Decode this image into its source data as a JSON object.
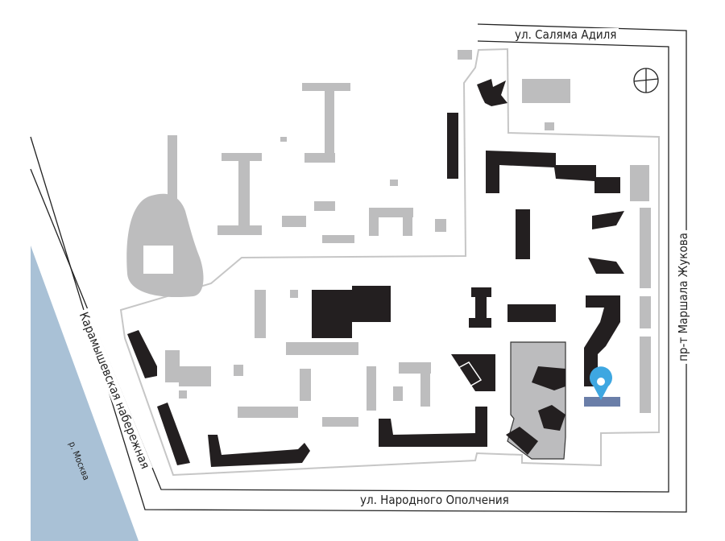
{
  "streets": {
    "top": "ул. Саляма Адиля",
    "right": "пр-т Маршала Жукова",
    "bottom": "ул. Народного Ополчения",
    "left": "Карамышевская набережная"
  },
  "river": "р. Москва",
  "colors": {
    "river": "#a9c1d6",
    "existing_building": "#bdbdbe",
    "project_building": "#231f20",
    "highlight_area": "#bcbcbe",
    "marker": "#3ea7e1",
    "marker_plate": "#6a7ea8",
    "boundary": "#c6c6c6"
  },
  "icons": {
    "marker": "location-pin-icon",
    "compass": "compass-icon"
  }
}
